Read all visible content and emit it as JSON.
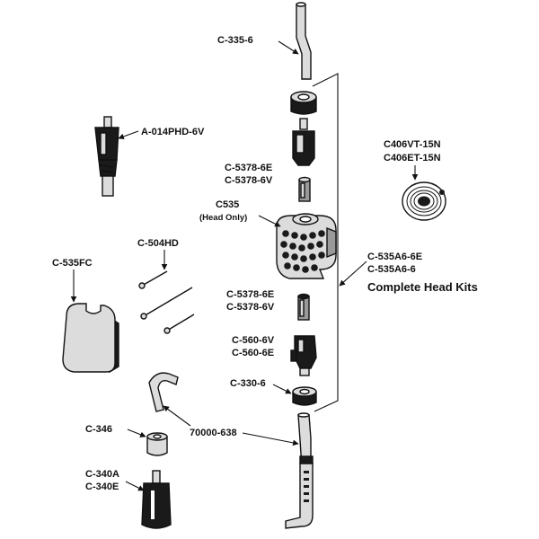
{
  "labels": {
    "tube_top": "C-335-6",
    "probe": "A-014PHD-6V",
    "insert_upper_1": "C-5378-6E",
    "insert_upper_2": "C-5378-6V",
    "head_1": "C535",
    "head_2": "(Head Only)",
    "screws": "C-504HD",
    "cover": "C-535FC",
    "kit_1": "C-535A6-6E",
    "kit_2": "C-535A6-6",
    "kit_3": "Complete Head Kits",
    "insert_lower_1": "C-5378-6E",
    "insert_lower_2": "C-5378-6V",
    "valve_1": "C-560-6V",
    "valve_2": "C-560-6E",
    "nut_lower": "C-330-6",
    "tube_lower": "70000-638",
    "spacer": "C-346",
    "foot_1": "C-340A",
    "foot_2": "C-340E",
    "gasket_1": "C406VT-15N",
    "gasket_2": "C406ET-15N"
  }
}
